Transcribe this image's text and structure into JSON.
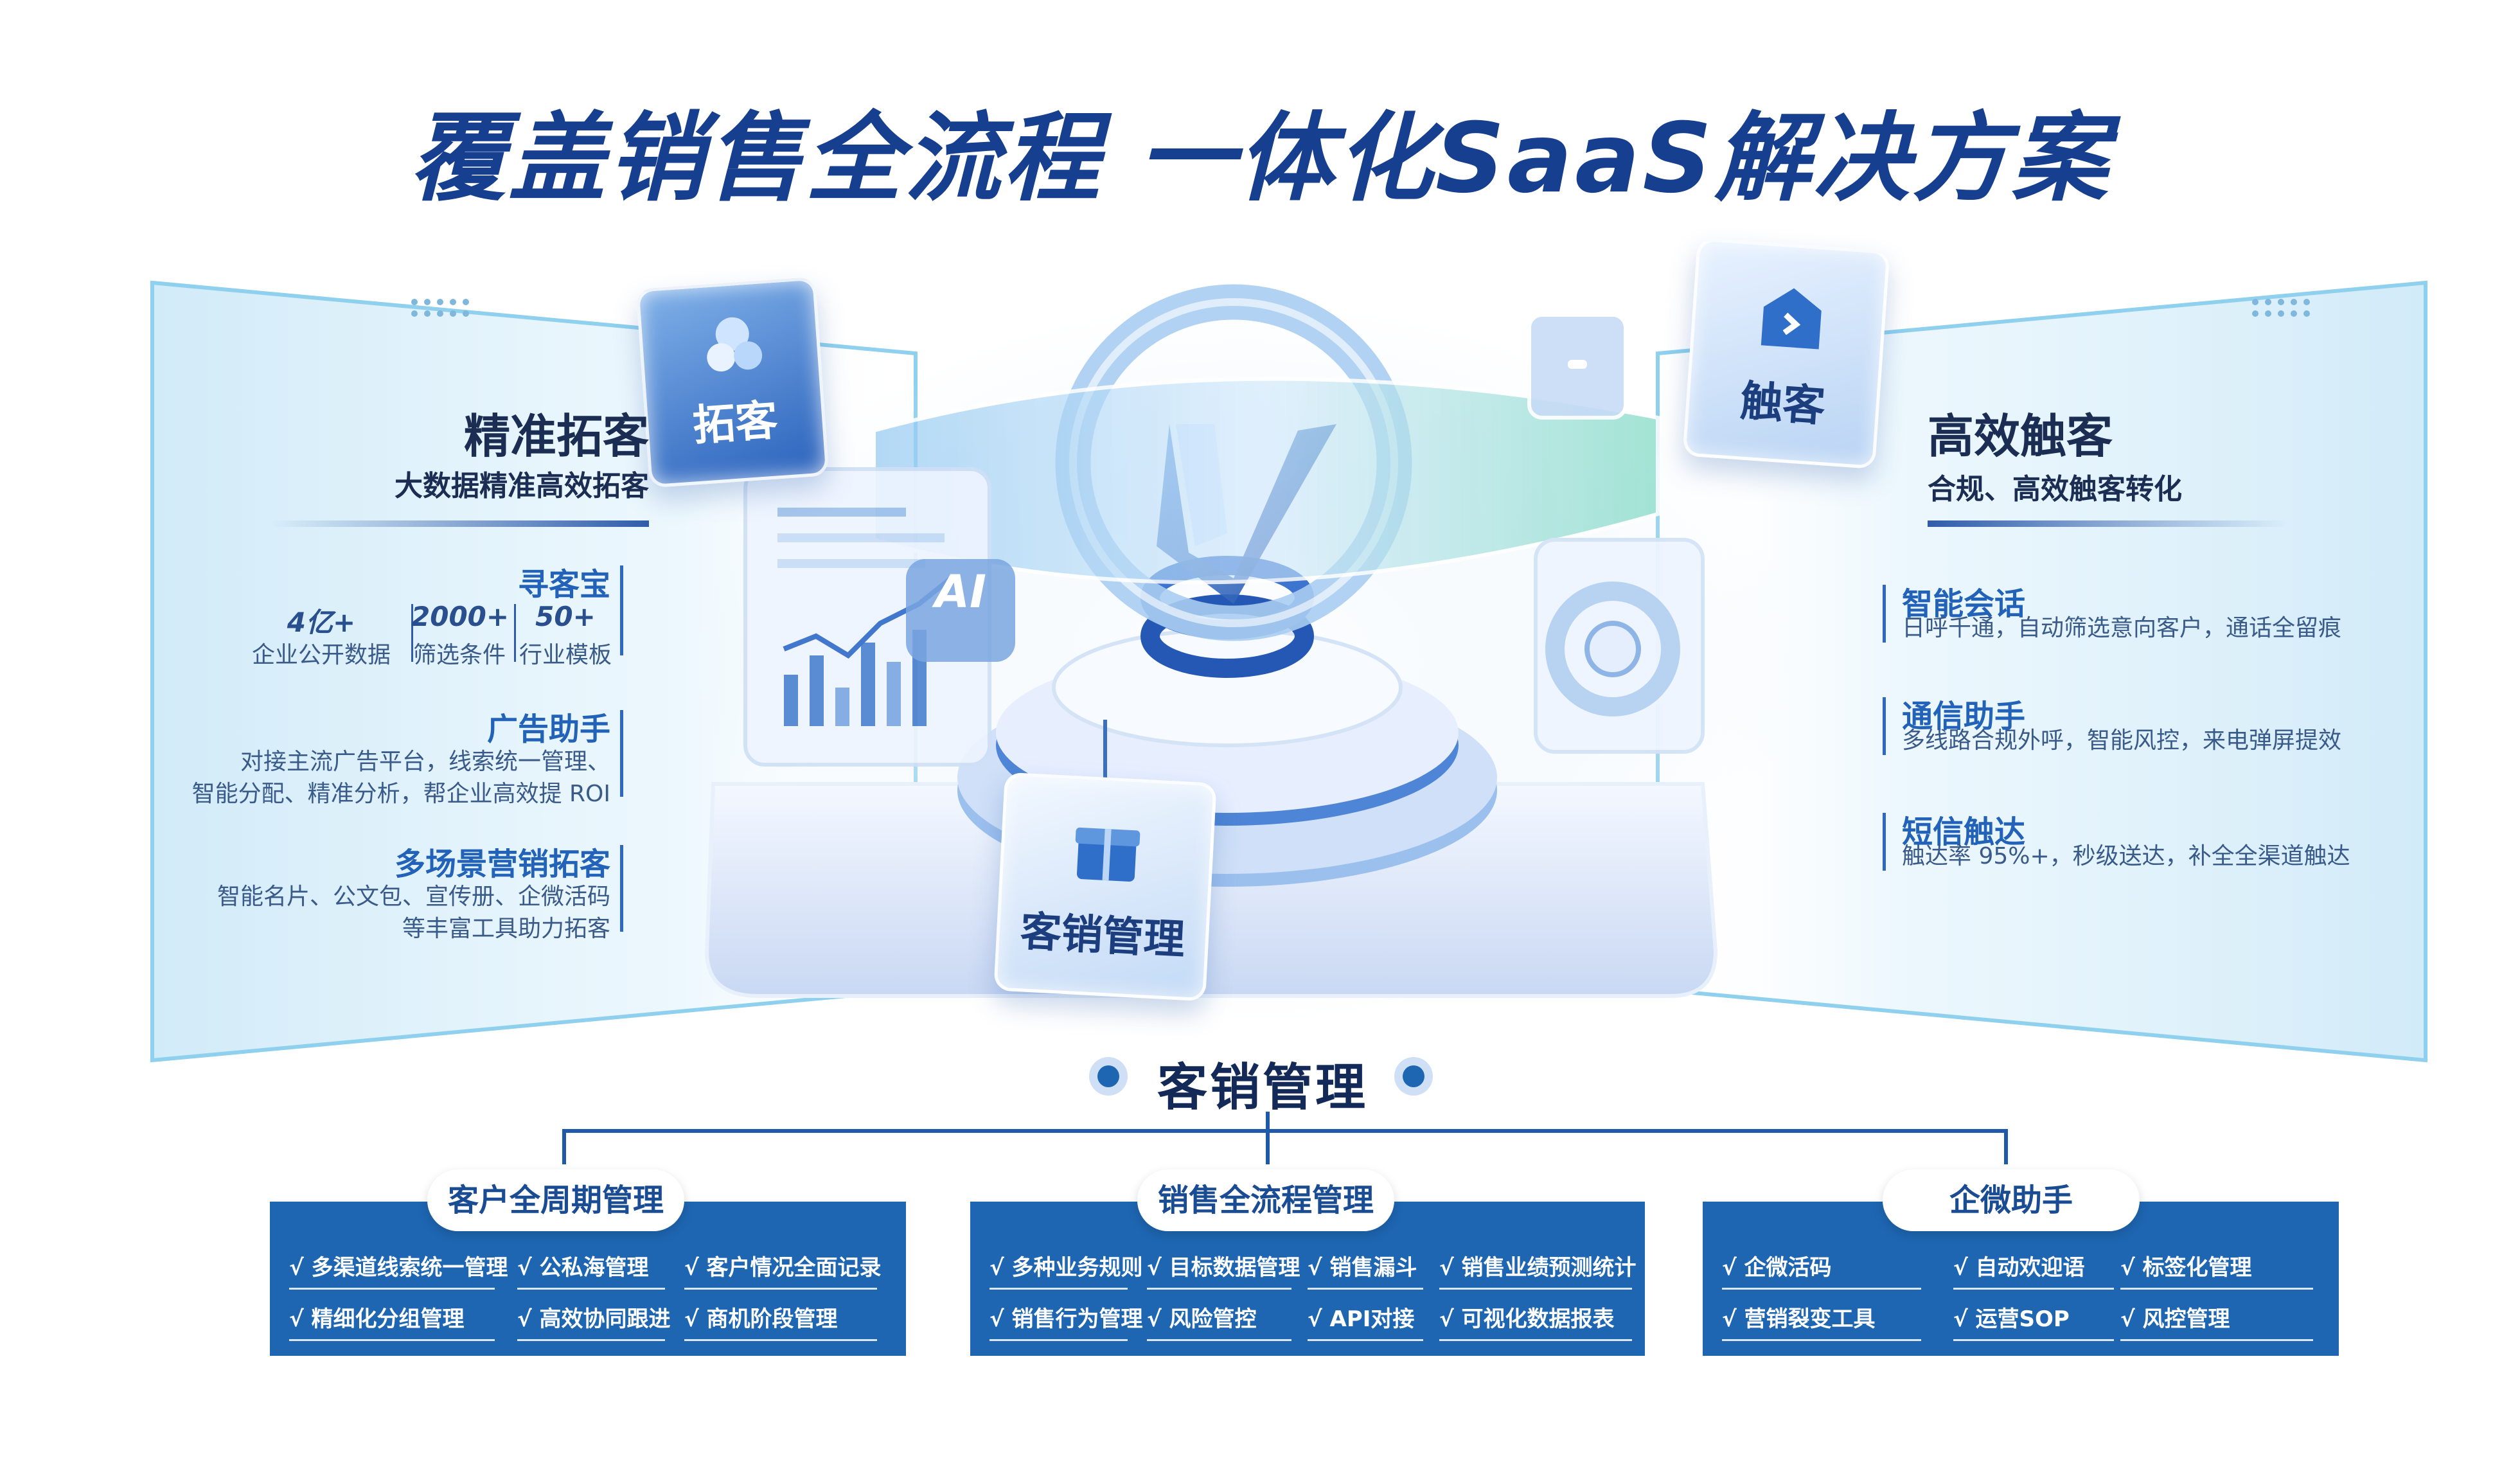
{
  "title": "覆盖销售全流程  一体化SaaS解决方案",
  "left": {
    "heading": "精准拓客",
    "subheading": "大数据精准高效拓客",
    "xunkebao": {
      "title": "寻客宝",
      "stats": [
        {
          "num": "4亿+",
          "label": "企业公开数据"
        },
        {
          "num": "2000+",
          "label": "筛选条件"
        },
        {
          "num": "50+",
          "label": "行业模板"
        }
      ]
    },
    "ads": {
      "title": "广告助手",
      "line1": "对接主流广告平台，线索统一管理、",
      "line2": "智能分配、精准分析，帮企业高效提 ROI"
    },
    "multi": {
      "title": "多场景营销拓客",
      "line1": "智能名片、公文包、宣传册、企微活码",
      "line2": "等丰富工具助力拓客"
    }
  },
  "right": {
    "heading": "高效触客",
    "subheading": "合规、高效触客转化",
    "features": [
      {
        "title": "智能会话",
        "desc": "日呼千通，自动筛选意向客户，通话全留痕"
      },
      {
        "title": "通信助手",
        "desc": "多线路合规外呼，智能风控，来电弹屏提效"
      },
      {
        "title": "短信触达",
        "desc": "触达率 95%+，秒级送达，补全全渠道触达"
      }
    ]
  },
  "cards": {
    "tuoke": "拓客",
    "chuke": "触客",
    "kexiao": "客销管理",
    "ai": "AI"
  },
  "bottom": {
    "title": "客销管理",
    "groups": [
      {
        "name": "客户全周期管理",
        "row1": [
          "√ 多渠道线索统一管理",
          "√ 公私海管理",
          "√ 客户情况全面记录"
        ],
        "row2": [
          "√ 精细化分组管理",
          "√ 高效协同跟进",
          "√ 商机阶段管理"
        ]
      },
      {
        "name": "销售全流程管理",
        "row1": [
          "√ 多种业务规则",
          "√ 目标数据管理",
          "√ 销售漏斗",
          "√ 销售业绩预测统计"
        ],
        "row2": [
          "√ 销售行为管理",
          "√ 风险管控",
          "√ API对接",
          "√ 可视化数据报表"
        ]
      },
      {
        "name": "企微助手",
        "row1": [
          "√ 企微活码",
          "√ 自动欢迎语",
          "√ 标签化管理"
        ],
        "row2": [
          "√ 营销裂变工具",
          "√ 运营SOP",
          "√ 风控管理"
        ]
      }
    ]
  },
  "colors": {
    "primary": "#173f8f",
    "accent": "#1e66b2",
    "panel": "#dff1fb"
  }
}
